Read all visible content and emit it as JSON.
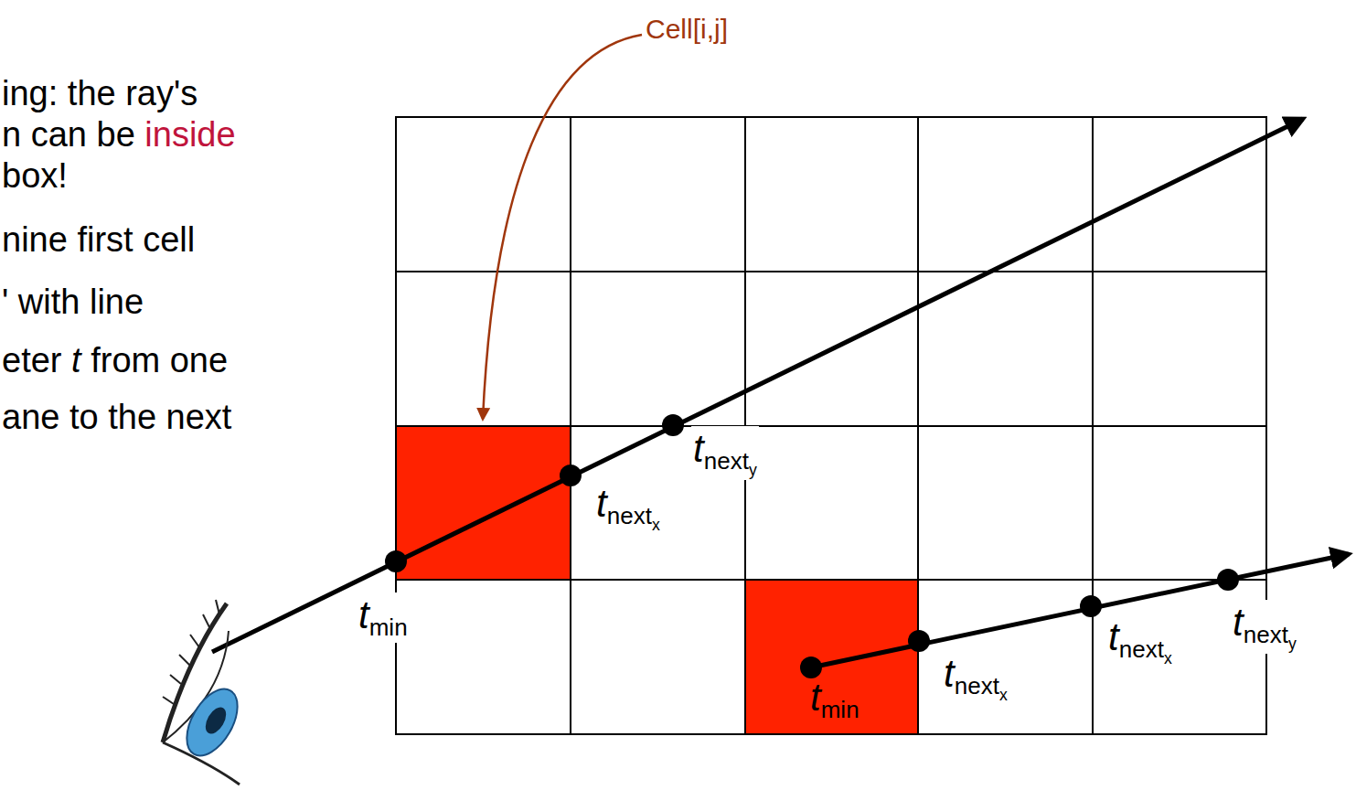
{
  "diagram": {
    "labels": [
      "ing: the ray's",
      "n can be inside",
      "box!",
      "nine first cell",
      "' with line",
      "eter t from one",
      "ane to the next",
      "Cell[i,j]",
      "tnexty",
      "tnextx",
      "tmin",
      "tmin",
      "tnextx",
      "tnextx",
      "tnexty"
    ]
  }
}
